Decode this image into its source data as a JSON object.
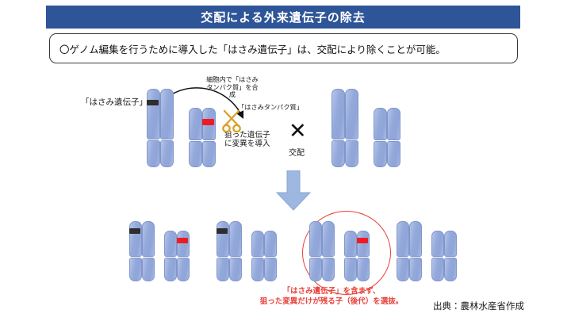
{
  "header": {
    "title": "交配による外来遺伝子の除去"
  },
  "lead": {
    "text": "〇ゲノム編集を行うために導入した「はさみ遺伝子」は、交配により除くことが可能。"
  },
  "diagram": {
    "labels": {
      "scissors_gene": "「はさみ遺伝子」",
      "synthesis_note": "細胞内で「はさみ\nタンパク質」を合\n成",
      "scissors_protein": "「はさみタンパク質」",
      "mutation_note": "狙った遺伝子\nに変異を導入",
      "cross_symbol": "✕",
      "cross_label": "交配"
    },
    "selection_caption": "「はさみ遺伝子」を含まず、\n狙った変異だけが残る子（後代）を選抜。",
    "parents": [
      {
        "name": "edited-parent",
        "pairs": [
          {
            "length": "long",
            "black_band": true,
            "red_band": false
          },
          {
            "length": "short",
            "black_band": false,
            "red_band": true
          }
        ]
      },
      {
        "name": "wild-type-parent",
        "pairs": [
          {
            "length": "long",
            "black_band": false,
            "red_band": false
          },
          {
            "length": "short",
            "black_band": false,
            "red_band": false
          }
        ]
      }
    ],
    "offspring": [
      {
        "name": "offspring-1",
        "selected": false,
        "pairs": [
          {
            "length": "long",
            "black_band": true,
            "red_band": false
          },
          {
            "length": "short",
            "black_band": false,
            "red_band": true
          }
        ]
      },
      {
        "name": "offspring-2",
        "selected": false,
        "pairs": [
          {
            "length": "long",
            "black_band": true,
            "red_band": false
          },
          {
            "length": "short",
            "black_band": false,
            "red_band": false
          }
        ]
      },
      {
        "name": "offspring-3",
        "selected": true,
        "pairs": [
          {
            "length": "long",
            "black_band": false,
            "red_band": false
          },
          {
            "length": "short",
            "black_band": false,
            "red_band": true
          }
        ]
      },
      {
        "name": "offspring-4",
        "selected": false,
        "pairs": [
          {
            "length": "long",
            "black_band": false,
            "red_band": false
          },
          {
            "length": "short",
            "black_band": false,
            "red_band": false
          }
        ]
      }
    ]
  },
  "footer": {
    "source": "出典：農林水産省作成"
  },
  "colors": {
    "header_blue": "#2e5597",
    "chromosome_blue": "#93a9da",
    "scissors_gene_band": "#2e2e2e",
    "mutation_band": "#ec1c24",
    "selection_red": "#e8403a",
    "scissors_gold": "#d9a227",
    "arrow_blue": "#9db7e0"
  }
}
